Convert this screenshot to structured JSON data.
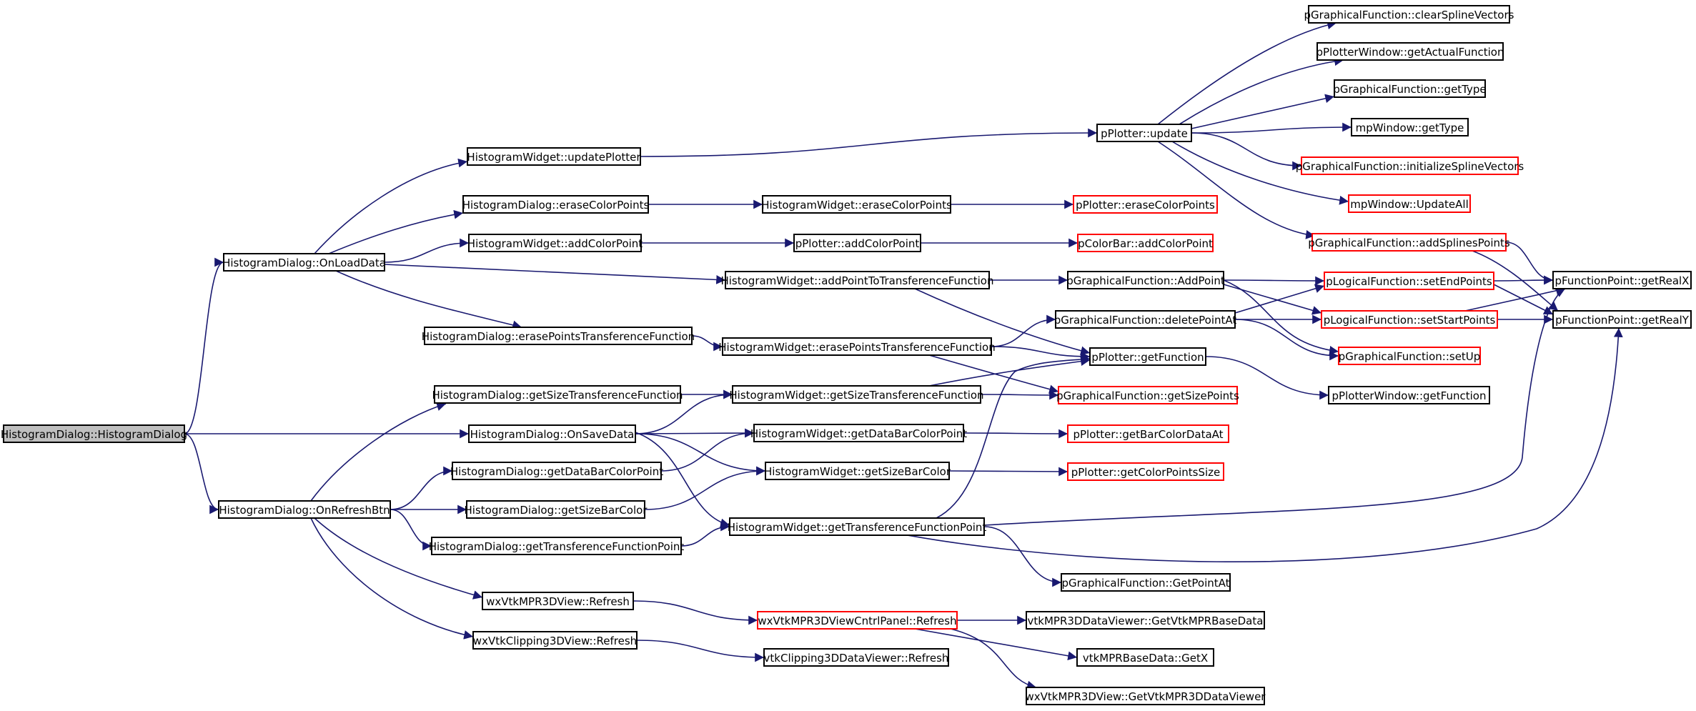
{
  "colors": {
    "edge": "#191970",
    "border_normal": "#000000",
    "border_truncated": "#ff0000",
    "fill_root": "#bfbfbf",
    "fill_normal": "#ffffff"
  },
  "nodes": [
    {
      "id": "n_root",
      "label": "HistogramDialog::HistogramDialog",
      "kind": "root"
    },
    {
      "id": "n_onload",
      "label": "HistogramDialog::OnLoadData",
      "kind": "normal"
    },
    {
      "id": "n_onsave",
      "label": "HistogramDialog::OnSaveData",
      "kind": "normal"
    },
    {
      "id": "n_onrefresh",
      "label": "HistogramDialog::OnRefreshBtn",
      "kind": "normal"
    },
    {
      "id": "n_hw_updatePlotter",
      "label": "HistogramWidget::updatePlotter",
      "kind": "normal"
    },
    {
      "id": "n_hd_eraseColor",
      "label": "HistogramDialog::eraseColorPoints",
      "kind": "normal"
    },
    {
      "id": "n_hw_addColor",
      "label": "HistogramWidget::addColorPoint",
      "kind": "normal"
    },
    {
      "id": "n_hd_erasePTF",
      "label": "HistogramDialog::erasePointsTransferenceFunction",
      "kind": "normal"
    },
    {
      "id": "n_hd_getSizeTF",
      "label": "HistogramDialog::getSizeTransferenceFunction",
      "kind": "normal"
    },
    {
      "id": "n_hd_getDBCP",
      "label": "HistogramDialog::getDataBarColorPoint",
      "kind": "normal"
    },
    {
      "id": "n_hd_getSizeBC",
      "label": "HistogramDialog::getSizeBarColor",
      "kind": "normal"
    },
    {
      "id": "n_hd_getTFP",
      "label": "HistogramDialog::getTransferenceFunctionPoint",
      "kind": "normal"
    },
    {
      "id": "n_wx3d_refresh",
      "label": "wxVtkMPR3DView::Refresh",
      "kind": "normal"
    },
    {
      "id": "n_wxclip_refresh",
      "label": "wxVtkClipping3DView::Refresh",
      "kind": "normal"
    },
    {
      "id": "n_hw_eraseColor",
      "label": "HistogramWidget::eraseColorPoints",
      "kind": "normal"
    },
    {
      "id": "n_p_addColor",
      "label": "pPlotter::addColorPoint",
      "kind": "normal"
    },
    {
      "id": "n_hw_addPTF",
      "label": "HistogramWidget::addPointToTransferenceFunction",
      "kind": "normal"
    },
    {
      "id": "n_hw_erasePTF",
      "label": "HistogramWidget::erasePointsTransferenceFunction",
      "kind": "normal"
    },
    {
      "id": "n_hw_getSizeTF",
      "label": "HistogramWidget::getSizeTransferenceFunction",
      "kind": "normal"
    },
    {
      "id": "n_hw_getDBCP",
      "label": "HistogramWidget::getDataBarColorPoint",
      "kind": "normal"
    },
    {
      "id": "n_hw_getSizeBC",
      "label": "HistogramWidget::getSizeBarColor",
      "kind": "normal"
    },
    {
      "id": "n_hw_getTFP",
      "label": "HistogramWidget::getTransferenceFunctionPoint",
      "kind": "normal"
    },
    {
      "id": "n_wx3dcp_refresh",
      "label": "wxVtkMPR3DViewCntrlPanel::Refresh",
      "kind": "truncated"
    },
    {
      "id": "n_vtkclip_refresh",
      "label": "vtkClipping3DDataViewer::Refresh",
      "kind": "normal"
    },
    {
      "id": "n_p_update",
      "label": "pPlotter::update",
      "kind": "normal"
    },
    {
      "id": "n_p_eraseColor",
      "label": "pPlotter::eraseColorPoints",
      "kind": "truncated"
    },
    {
      "id": "n_cb_addColor",
      "label": "pColorBar::addColorPoint",
      "kind": "truncated"
    },
    {
      "id": "n_gf_addPoint",
      "label": "pGraphicalFunction::AddPoint",
      "kind": "normal"
    },
    {
      "id": "n_gf_deletePointAt",
      "label": "pGraphicalFunction::deletePointAt",
      "kind": "normal"
    },
    {
      "id": "n_p_getFunction",
      "label": "pPlotter::getFunction",
      "kind": "normal"
    },
    {
      "id": "n_gf_getSizePoints",
      "label": "pGraphicalFunction::getSizePoints",
      "kind": "truncated"
    },
    {
      "id": "n_p_getBarColorDataAt",
      "label": "pPlotter::getBarColorDataAt",
      "kind": "truncated"
    },
    {
      "id": "n_p_getColorPointsSize",
      "label": "pPlotter::getColorPointsSize",
      "kind": "truncated"
    },
    {
      "id": "n_gf_getPointAt",
      "label": "pGraphicalFunction::GetPointAt",
      "kind": "normal"
    },
    {
      "id": "n_vtkmpr_getBase",
      "label": "vtkMPR3DDataViewer::GetVtkMPRBaseData",
      "kind": "normal"
    },
    {
      "id": "n_vtkbase_getX",
      "label": "vtkMPRBaseData::GetX",
      "kind": "normal"
    },
    {
      "id": "n_wx3d_getViewer",
      "label": "wxVtkMPR3DView::GetVtkMPR3DDataViewer",
      "kind": "normal"
    },
    {
      "id": "n_gf_clearSpline",
      "label": "pGraphicalFunction::clearSplineVectors",
      "kind": "normal"
    },
    {
      "id": "n_pw_getActualFunction",
      "label": "pPlotterWindow::getActualFunction",
      "kind": "normal"
    },
    {
      "id": "n_gf_getType",
      "label": "pGraphicalFunction::getType",
      "kind": "normal"
    },
    {
      "id": "n_mp_getType",
      "label": "mpWindow::getType",
      "kind": "normal"
    },
    {
      "id": "n_gf_initSpline",
      "label": "pGraphicalFunction::initializeSplineVectors",
      "kind": "truncated"
    },
    {
      "id": "n_mp_updateAll",
      "label": "mpWindow::UpdateAll",
      "kind": "truncated"
    },
    {
      "id": "n_gf_addSplines",
      "label": "pGraphicalFunction::addSplinesPoints",
      "kind": "truncated"
    },
    {
      "id": "n_lf_setEnd",
      "label": "pLogicalFunction::setEndPoints",
      "kind": "truncated"
    },
    {
      "id": "n_lf_setStart",
      "label": "pLogicalFunction::setStartPoints",
      "kind": "truncated"
    },
    {
      "id": "n_gf_setUp",
      "label": "pGraphicalFunction::setUp",
      "kind": "truncated"
    },
    {
      "id": "n_pw_getFunction",
      "label": "pPlotterWindow::getFunction",
      "kind": "normal"
    },
    {
      "id": "n_fp_getRealX",
      "label": "pFunctionPoint::getRealX",
      "kind": "normal"
    },
    {
      "id": "n_fp_getRealY",
      "label": "pFunctionPoint::getRealY",
      "kind": "normal"
    }
  ],
  "edges": [
    [
      "n_root",
      "n_onload"
    ],
    [
      "n_root",
      "n_onsave"
    ],
    [
      "n_root",
      "n_onrefresh"
    ],
    [
      "n_onload",
      "n_hw_updatePlotter"
    ],
    [
      "n_onload",
      "n_hd_eraseColor"
    ],
    [
      "n_onload",
      "n_hw_addColor"
    ],
    [
      "n_onload",
      "n_hw_addPTF"
    ],
    [
      "n_onload",
      "n_hd_erasePTF"
    ],
    [
      "n_onsave",
      "n_hw_getSizeTF"
    ],
    [
      "n_onsave",
      "n_hw_getDBCP"
    ],
    [
      "n_onsave",
      "n_hw_getSizeBC"
    ],
    [
      "n_onsave",
      "n_hw_getTFP"
    ],
    [
      "n_onrefresh",
      "n_hd_getSizeTF"
    ],
    [
      "n_onrefresh",
      "n_hd_getDBCP"
    ],
    [
      "n_onrefresh",
      "n_hd_getSizeBC"
    ],
    [
      "n_onrefresh",
      "n_hd_getTFP"
    ],
    [
      "n_onrefresh",
      "n_wx3d_refresh"
    ],
    [
      "n_onrefresh",
      "n_wxclip_refresh"
    ],
    [
      "n_hw_updatePlotter",
      "n_p_update"
    ],
    [
      "n_hd_eraseColor",
      "n_hw_eraseColor"
    ],
    [
      "n_hw_eraseColor",
      "n_p_eraseColor"
    ],
    [
      "n_hw_addColor",
      "n_p_addColor"
    ],
    [
      "n_p_addColor",
      "n_cb_addColor"
    ],
    [
      "n_hw_addPTF",
      "n_gf_addPoint"
    ],
    [
      "n_hw_addPTF",
      "n_p_getFunction"
    ],
    [
      "n_hd_erasePTF",
      "n_hw_erasePTF"
    ],
    [
      "n_hw_erasePTF",
      "n_gf_deletePointAt"
    ],
    [
      "n_hw_erasePTF",
      "n_p_getFunction"
    ],
    [
      "n_hw_erasePTF",
      "n_gf_getSizePoints"
    ],
    [
      "n_hd_getSizeTF",
      "n_hw_getSizeTF"
    ],
    [
      "n_hw_getSizeTF",
      "n_p_getFunction"
    ],
    [
      "n_hw_getSizeTF",
      "n_gf_getSizePoints"
    ],
    [
      "n_hd_getDBCP",
      "n_hw_getDBCP"
    ],
    [
      "n_hw_getDBCP",
      "n_p_getBarColorDataAt"
    ],
    [
      "n_hd_getSizeBC",
      "n_hw_getSizeBC"
    ],
    [
      "n_hw_getSizeBC",
      "n_p_getColorPointsSize"
    ],
    [
      "n_hd_getTFP",
      "n_hw_getTFP"
    ],
    [
      "n_hw_getTFP",
      "n_p_getFunction"
    ],
    [
      "n_hw_getTFP",
      "n_gf_getPointAt"
    ],
    [
      "n_hw_getTFP",
      "n_fp_getRealX"
    ],
    [
      "n_hw_getTFP",
      "n_fp_getRealY"
    ],
    [
      "n_wx3d_refresh",
      "n_wx3dcp_refresh"
    ],
    [
      "n_wx3dcp_refresh",
      "n_vtkmpr_getBase"
    ],
    [
      "n_wx3dcp_refresh",
      "n_vtkbase_getX"
    ],
    [
      "n_wx3dcp_refresh",
      "n_wx3d_getViewer"
    ],
    [
      "n_wxclip_refresh",
      "n_vtkclip_refresh"
    ],
    [
      "n_p_update",
      "n_gf_clearSpline"
    ],
    [
      "n_p_update",
      "n_pw_getActualFunction"
    ],
    [
      "n_p_update",
      "n_gf_getType"
    ],
    [
      "n_p_update",
      "n_mp_getType"
    ],
    [
      "n_p_update",
      "n_gf_initSpline"
    ],
    [
      "n_p_update",
      "n_mp_updateAll"
    ],
    [
      "n_p_update",
      "n_gf_addSplines"
    ],
    [
      "n_gf_addSplines",
      "n_fp_getRealX"
    ],
    [
      "n_gf_addSplines",
      "n_fp_getRealY"
    ],
    [
      "n_gf_addPoint",
      "n_lf_setEnd"
    ],
    [
      "n_gf_addPoint",
      "n_lf_setStart"
    ],
    [
      "n_gf_addPoint",
      "n_gf_setUp"
    ],
    [
      "n_gf_deletePointAt",
      "n_lf_setEnd"
    ],
    [
      "n_gf_deletePointAt",
      "n_lf_setStart"
    ],
    [
      "n_gf_deletePointAt",
      "n_gf_setUp"
    ],
    [
      "n_lf_setEnd",
      "n_fp_getRealX"
    ],
    [
      "n_lf_setEnd",
      "n_fp_getRealY"
    ],
    [
      "n_lf_setStart",
      "n_fp_getRealX"
    ],
    [
      "n_lf_setStart",
      "n_fp_getRealY"
    ],
    [
      "n_p_getFunction",
      "n_pw_getFunction"
    ]
  ]
}
